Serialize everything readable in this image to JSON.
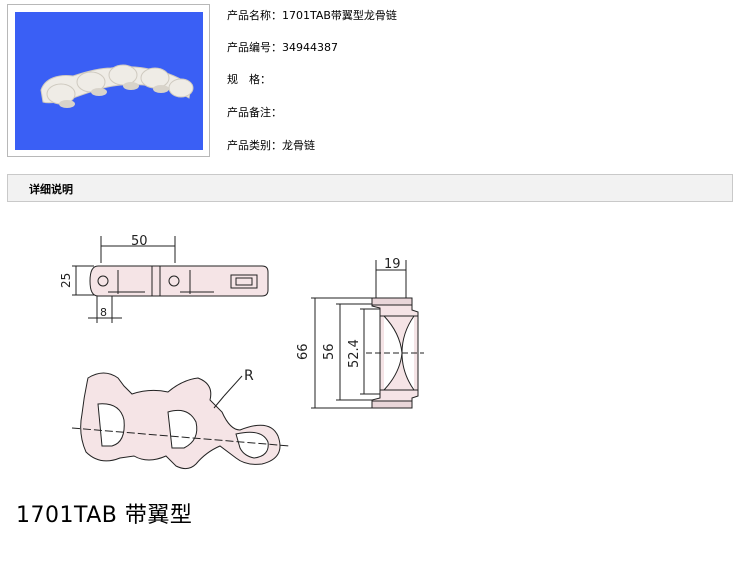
{
  "product": {
    "name_label": "产品名称：",
    "name_value": "1701TAB带翼型龙骨链",
    "code_label": "产品编号：",
    "code_value": "34944387",
    "spec_label": "规　格：",
    "spec_value": "",
    "note_label": "产品备注：",
    "note_value": "",
    "category_label": "产品类别：",
    "category_value": "龙骨链"
  },
  "detail_section": {
    "title": "详细说明"
  },
  "drawing": {
    "dim_50": "50",
    "dim_25": "25",
    "dim_8": "8",
    "dim_19": "19",
    "dim_66": "66",
    "dim_56": "56",
    "dim_52_4": "52.4",
    "radius_label": "R",
    "caption": "1701TAB 带翼型"
  },
  "colors": {
    "thumb_background": "#3a5ff5",
    "part_fill": "#f5e4e6"
  }
}
